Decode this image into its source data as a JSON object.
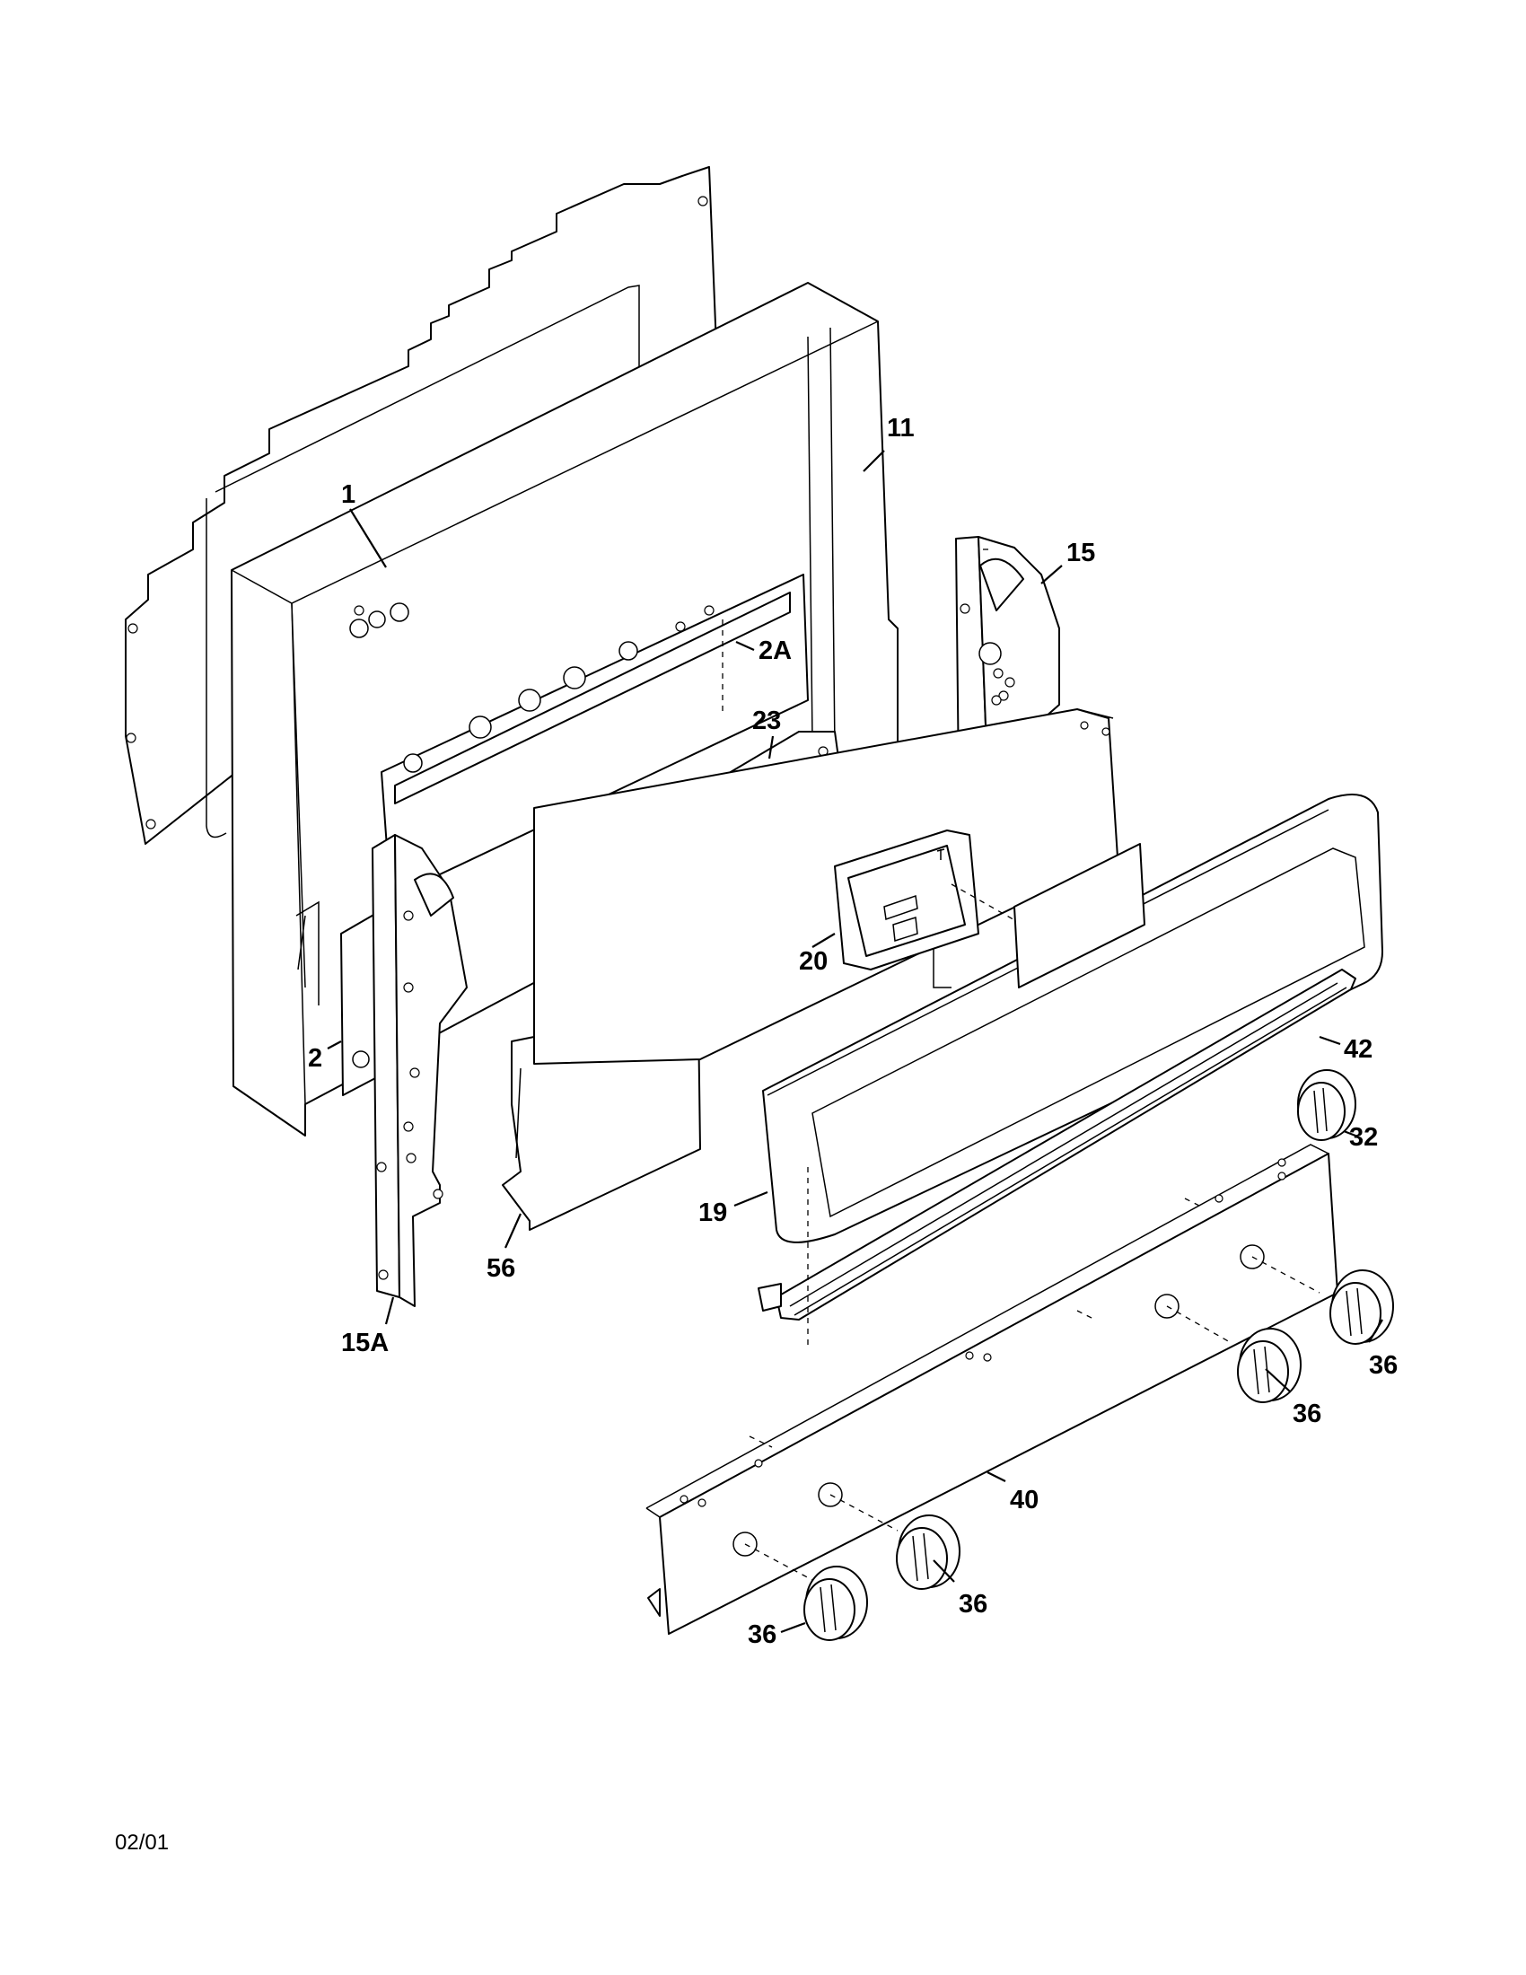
{
  "callouts": {
    "c1": "1",
    "c11": "11",
    "c15": "15",
    "c2a": "2A",
    "c23": "23",
    "c20": "20",
    "c42": "42",
    "c32": "32",
    "c2": "2",
    "c19": "19",
    "c56": "56",
    "c15a": "15A",
    "c36a": "36",
    "c36b": "36",
    "c36c": "36",
    "c36d": "36",
    "c40": "40"
  },
  "footer": {
    "date_code": "02/01"
  }
}
